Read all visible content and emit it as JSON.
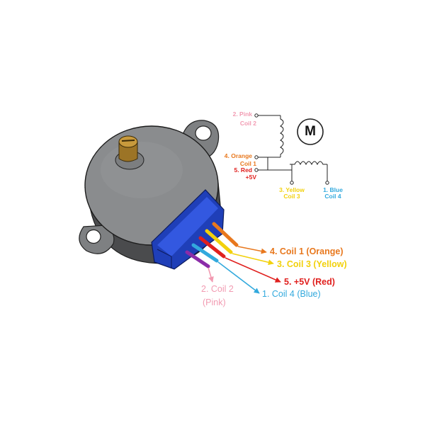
{
  "colors": {
    "pink": "#f29bb2",
    "orange": "#e8781e",
    "red": "#e0201e",
    "yellow": "#f2d10c",
    "blue": "#32a9dd",
    "purple": "#8b2ca8",
    "motor_body": "#8a8c8e",
    "connector": "#2448c8"
  },
  "schematic": {
    "motor_symbol": "M",
    "pin_pink": "2. Pink",
    "coil2": "Coil 2",
    "pin_orange": "4. Orange",
    "coil1": "Coil 1",
    "pin_red": "5. Red",
    "plus5v": "+5V",
    "pin_yellow": "3. Yellow",
    "coil3": "Coil 3",
    "pin_blue": "1. Blue",
    "coil4": "Coil 4"
  },
  "callouts": {
    "orange": "4. Coil 1 (Orange)",
    "yellow": "3. Coil 3 (Yellow)",
    "red": "5. +5V (Red)",
    "blue": "1. Coil 4 (Blue)",
    "pink_line1": "2. Coil 2",
    "pink_line2": "(Pink)"
  }
}
